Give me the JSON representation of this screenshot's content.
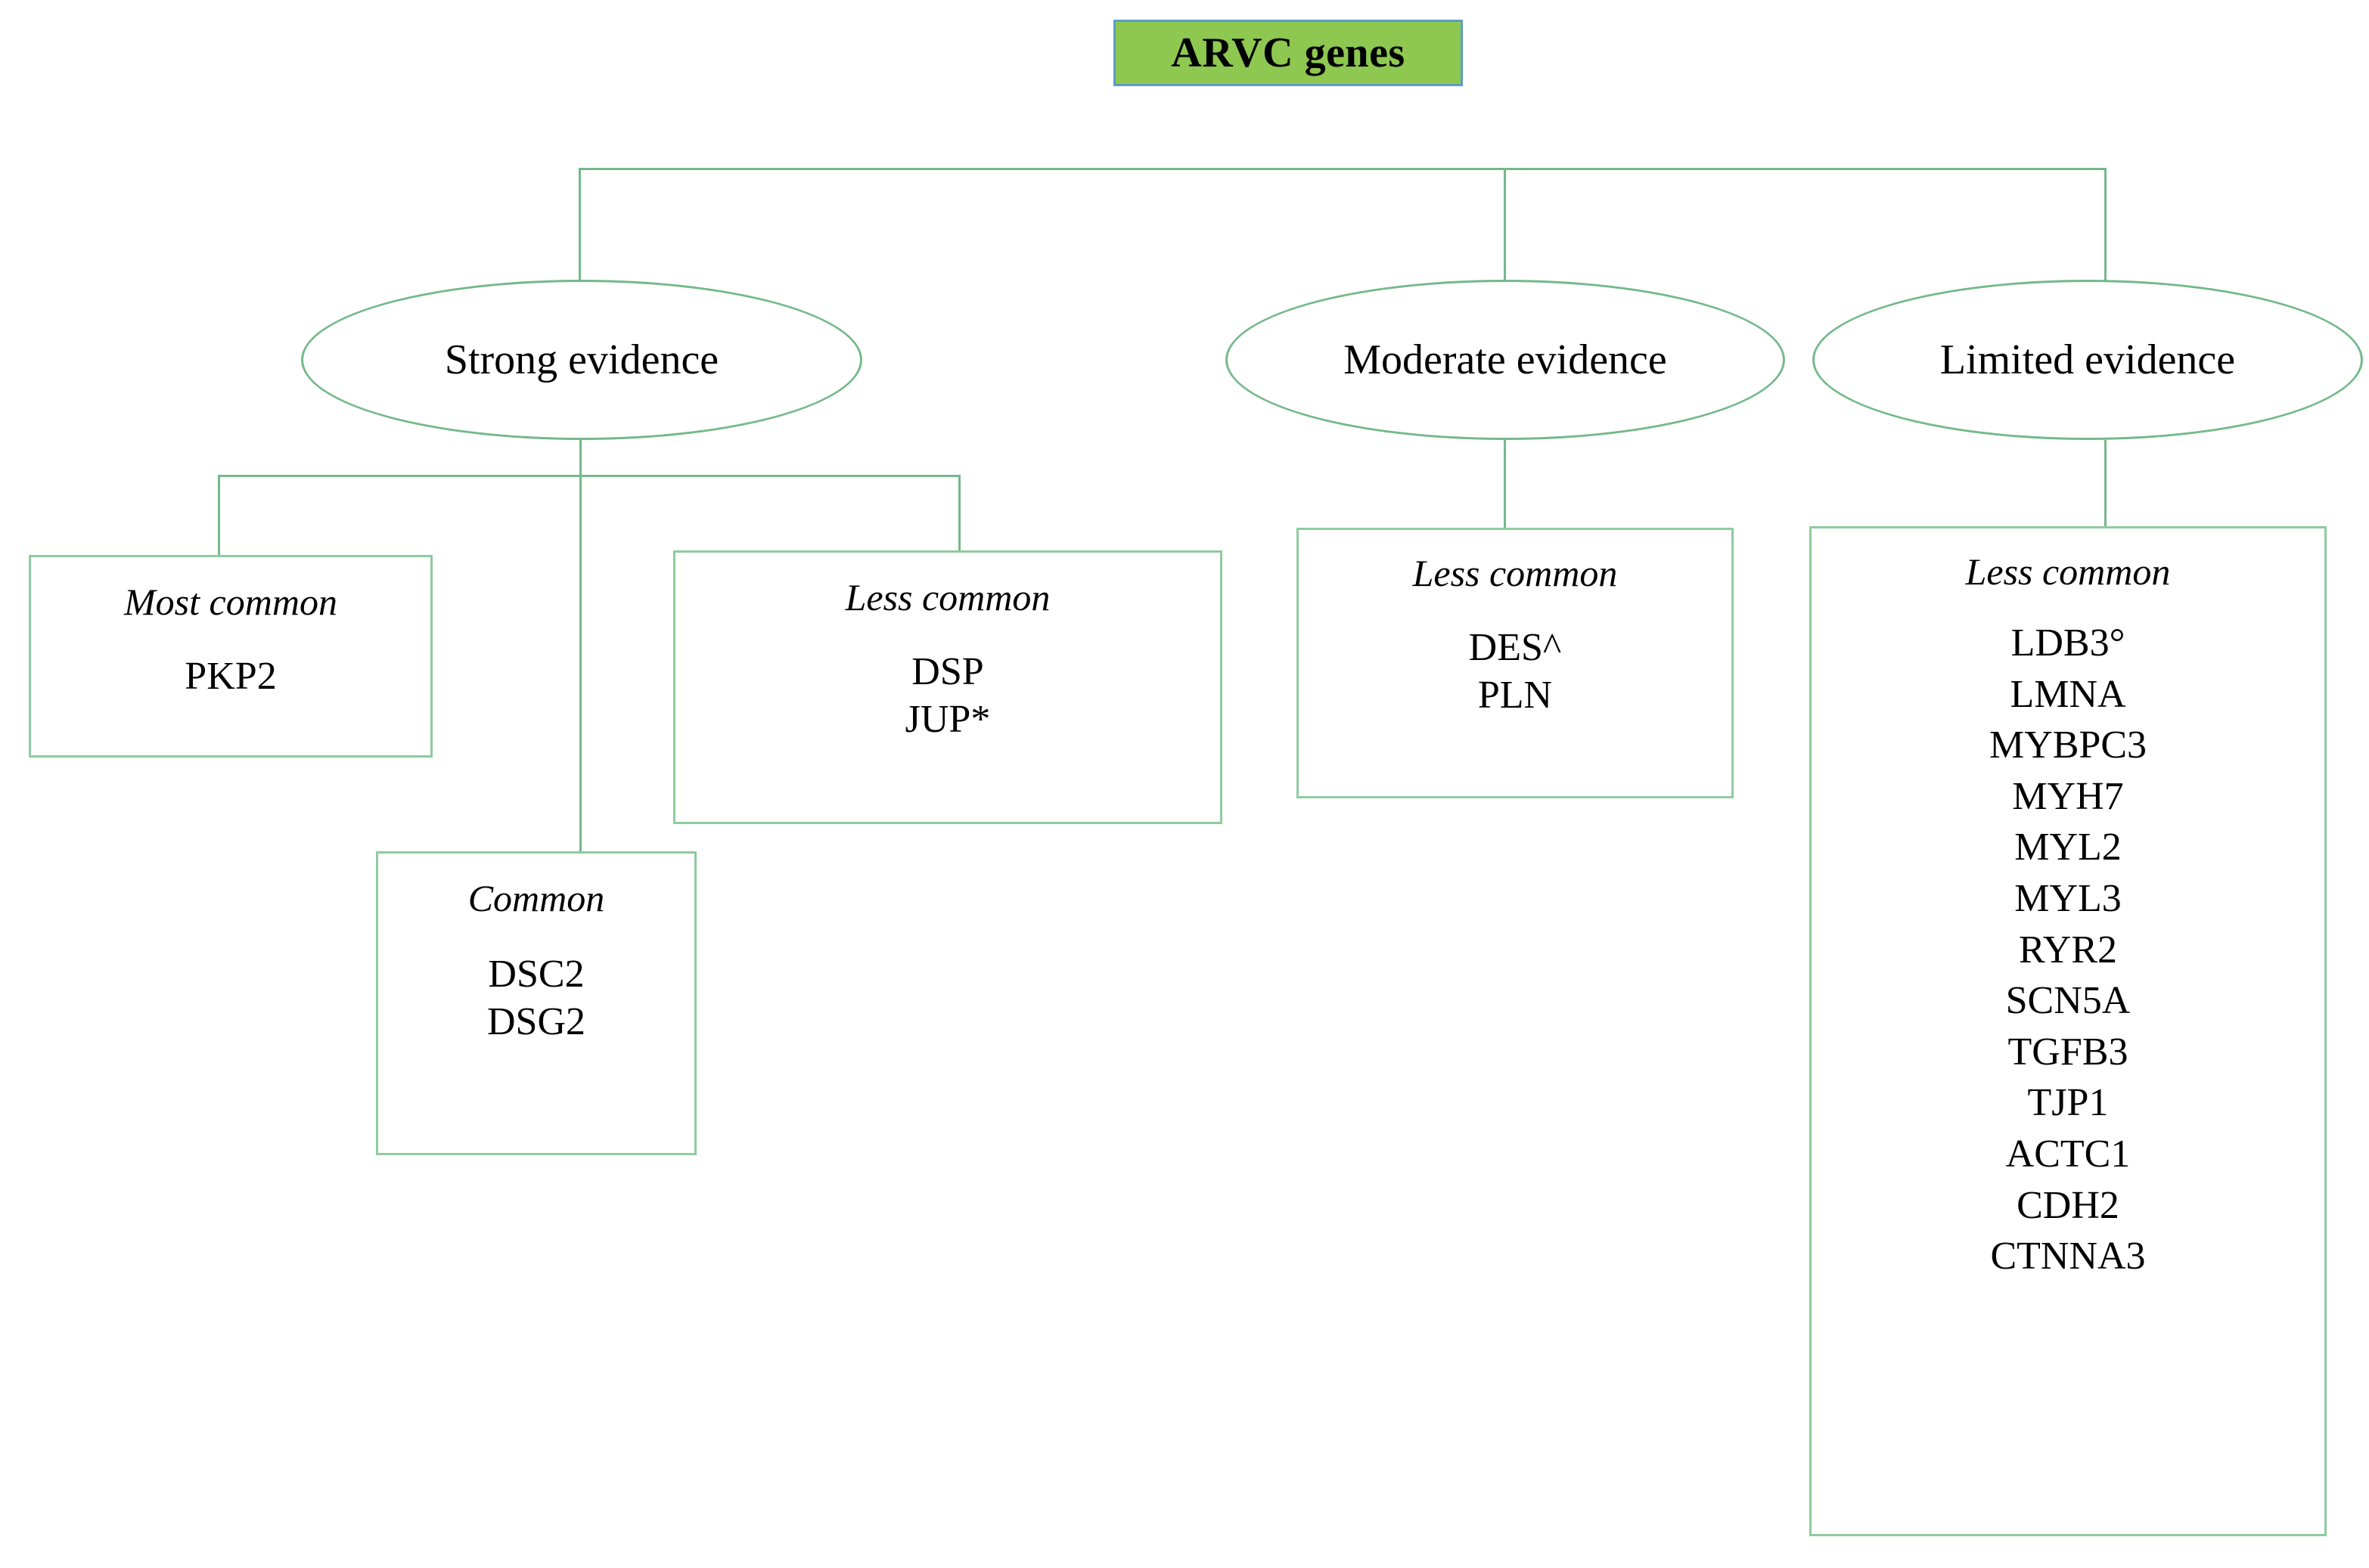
{
  "title": {
    "label": "ARVC genes",
    "fill_color": "#8ec850",
    "border_color": "#5b9ec4"
  },
  "theme": {
    "connector_color": "#74b98a",
    "box_border_color": "#8ecc9f",
    "text_color": "#000000",
    "background": "#ffffff"
  },
  "branches": [
    {
      "id": "strong",
      "label": "Strong evidence"
    },
    {
      "id": "moderate",
      "label": "Moderate evidence"
    },
    {
      "id": "limited",
      "label": "Limited evidence"
    }
  ],
  "groups": {
    "strong_most_common": {
      "category": "Most common",
      "genes": [
        "PKP2"
      ]
    },
    "strong_common": {
      "category": "Common",
      "genes": [
        "DSC2",
        "DSG2"
      ]
    },
    "strong_less_common": {
      "category": "Less common",
      "genes": [
        "DSP",
        "JUP*"
      ]
    },
    "moderate_less_common": {
      "category": "Less common",
      "genes": [
        "DES^",
        "PLN"
      ]
    },
    "limited_less_common": {
      "category": "Less common",
      "genes": [
        "LDB3°",
        "LMNA",
        "MYBPC3",
        "MYH7",
        "MYL2",
        "MYL3",
        "RYR2",
        "SCN5A",
        "TGFB3",
        "TJP1",
        "ACTC1",
        "CDH2",
        "CTNNA3"
      ]
    }
  }
}
